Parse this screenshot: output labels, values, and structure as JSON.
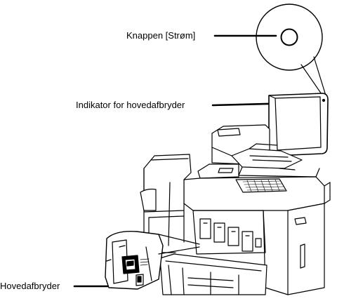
{
  "labels": {
    "power_button": "Knappen [Strøm]",
    "main_power_indicator": "Indikator for hovedafbryder",
    "main_power_switch": "Hovedafbryder"
  }
}
